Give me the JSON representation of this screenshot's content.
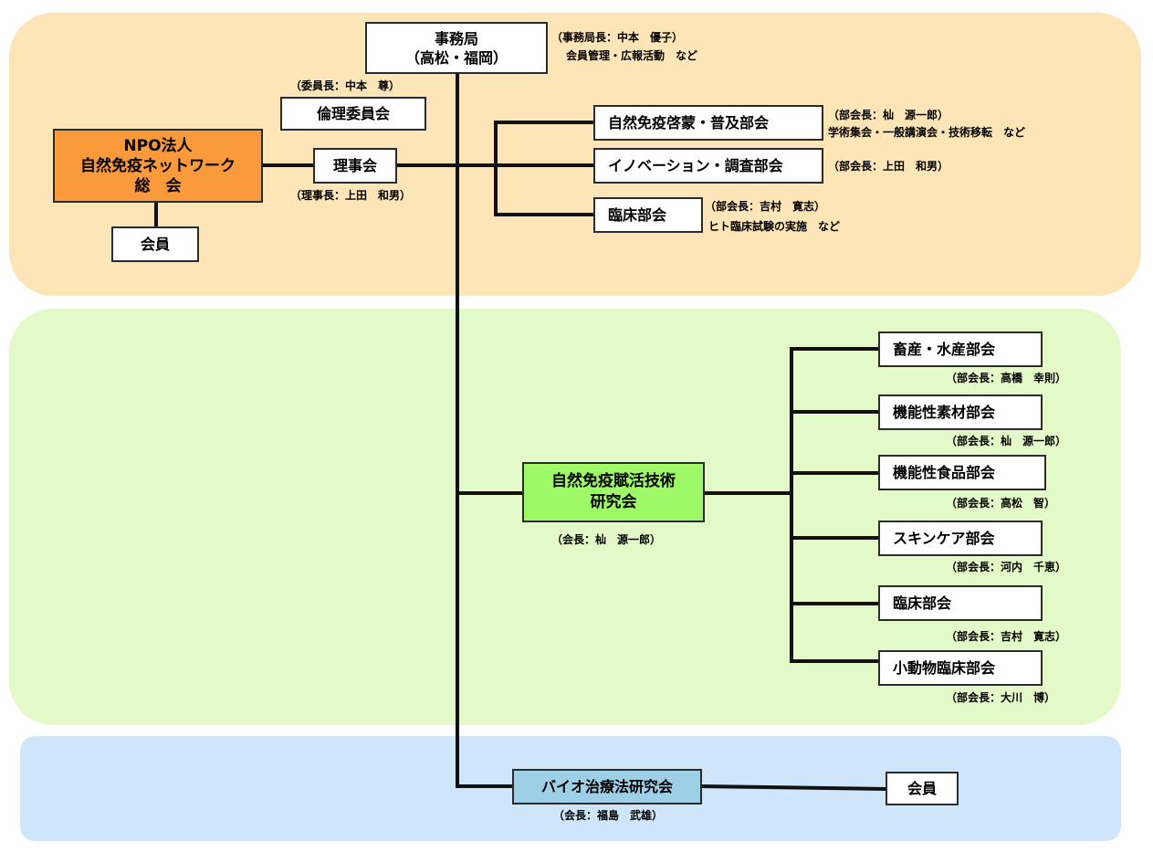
{
  "jimukyoku": {
    "title": "事務局",
    "sub": "（高松・福岡）",
    "note1": "（事務局長：中本　優子）",
    "note2": "会員管理・広報活動　など"
  },
  "rinri": {
    "title": "倫理委員会",
    "note": "（委員長：中本　尊）"
  },
  "riji": {
    "title": "理事会",
    "note": "（理事長：上田　和男）"
  },
  "npo": {
    "line1": "NPO法人",
    "line2": "自然免疫ネットワーク",
    "line3": "総　会"
  },
  "kaiin_top": {
    "title": "会員"
  },
  "shizen_keimo": {
    "title": "自然免疫啓蒙・普及部会",
    "note1": "（部会長：杣　源一郎）",
    "note2": "学術集会・一般講演会・技術移転　など"
  },
  "innovation": {
    "title": "イノベーション・調査部会",
    "note": "（部会長：上田　和男）"
  },
  "rinsho_top": {
    "title": "臨床部会",
    "note1": "（部会長：吉村　寛志）",
    "note2": "ヒト臨床試験の実施　など"
  },
  "fukatsu": {
    "line1": "自然免疫賦活技術",
    "line2": "研究会",
    "note": "（会長：杣　源一郎）"
  },
  "subgroups": [
    {
      "title": "畜産・水産部会",
      "note": "（部会長：高橋　幸則）"
    },
    {
      "title": "機能性素材部会",
      "note": "（部会長：杣　源一郎）"
    },
    {
      "title": "機能性食品部会",
      "note": "（部会長：高松　智）"
    },
    {
      "title": "スキンケア部会",
      "note": "（部会長：河内　千恵）"
    },
    {
      "title": "臨床部会",
      "note": "（部会長：吉村　寛志）"
    },
    {
      "title": "小動物臨床部会",
      "note": "（部会長：大川　博）"
    }
  ],
  "bio": {
    "title": "バイオ治療法研究会",
    "note": "（会長：福島　武雄）"
  },
  "kaiin_bottom": {
    "title": "会員"
  },
  "colors": {
    "band_top": "#fde5b8",
    "band_mid": "#e3f9c8",
    "band_bot": "#cfe6fa",
    "npo": "#fb9a3a",
    "fukatsu": "#9dfa66",
    "bio": "#9dd0e6"
  }
}
